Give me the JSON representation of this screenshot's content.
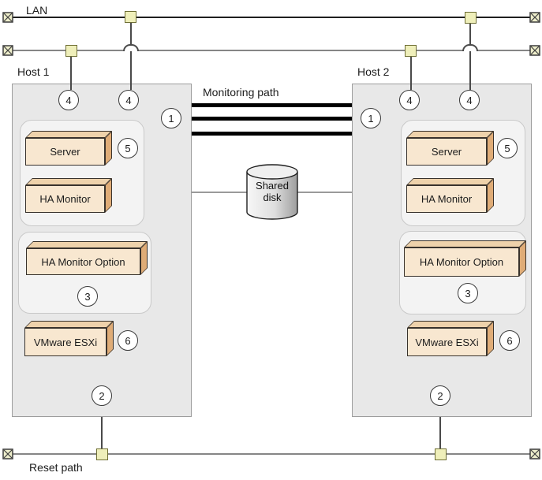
{
  "labels": {
    "lan": "LAN",
    "monitoring_path": "Monitoring path",
    "reset_path": "Reset path",
    "shared_disk_line1": "Shared",
    "shared_disk_line2": "disk"
  },
  "hosts": [
    {
      "name": "Host 1",
      "server": "Server",
      "ha_monitor": "HA Monitor",
      "ha_monitor_option": "HA Monitor Option",
      "hypervisor": "VMware ESXi"
    },
    {
      "name": "Host 2",
      "server": "Server",
      "ha_monitor": "HA Monitor",
      "ha_monitor_option": "HA Monitor Option",
      "hypervisor": "VMware ESXi"
    }
  ],
  "callouts": {
    "monitoring_path_num": "1",
    "reset_path_num": "2",
    "ha_monitor_option_num": "3",
    "lan_num": "4",
    "server_num": "5",
    "esxi_num": "6"
  },
  "colors": {
    "host_fill": "#e8e8e8",
    "panel_fill": "#f3f3f3",
    "box_front": "#f8e7d0",
    "box_top": "#eed2ab",
    "box_side": "#dfac77",
    "node_square": "#efefba",
    "monitor_line": "#000000",
    "lan_line2": "#868686"
  }
}
